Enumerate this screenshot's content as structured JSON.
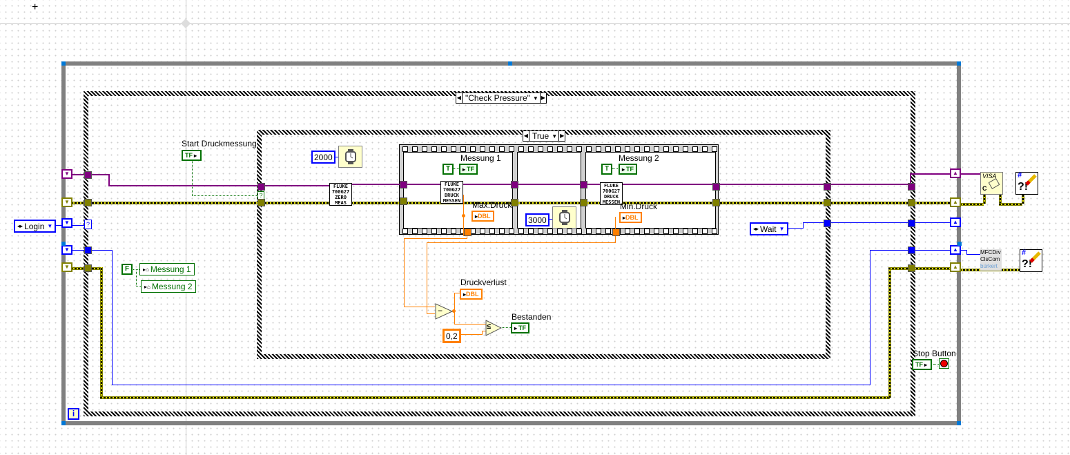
{
  "canvas": {
    "background": "#ffffff",
    "cursor_icon": "crosshair-icon"
  },
  "colors": {
    "visa_wire": "#800080",
    "error_wire": "#e8e800",
    "enum_wire": "#0000ff",
    "dbl_wire": "#ff8000",
    "boolean": "#007000",
    "loop_border": "#808080",
    "selection_handle": "#0078d7"
  },
  "while_loop": {
    "iteration_terminal": "i",
    "stop_terminal_icon": "stop-sign-icon"
  },
  "case_structure_outer": {
    "selector_value": "\"Check Pressure\""
  },
  "case_structure_inner": {
    "selector_value": "True"
  },
  "left_side": {
    "login_enum": "Login",
    "start_label": "Start Druckmessung",
    "start_indicator": "TF",
    "false_constant": "F",
    "local_var_1": "Messung 1",
    "local_var_2": "Messung 2",
    "case_selector_terminal": "?"
  },
  "inner_case": {
    "wait_ms_1": "2000",
    "zero_vi": [
      "FLUKE",
      "700G27",
      "ZERO",
      "MEAS"
    ],
    "sequence": {
      "frame1": {
        "indicator_label": "Messung 1",
        "true_constant": "T",
        "indicator": "TF",
        "vi": [
          "FLUKE",
          "700G27",
          "DRUCK",
          "MESSEN"
        ],
        "output_label": "Max.Druck",
        "output_type": "DBL"
      },
      "frame2": {
        "wait_ms": "3000"
      },
      "frame3": {
        "indicator_label": "Messung 2",
        "true_constant": "T",
        "indicator": "TF",
        "vi": [
          "FLUKE",
          "700G27",
          "DRUCK",
          "MESSEN"
        ],
        "output_label": "Min.Druck",
        "output_type": "DBL"
      }
    },
    "subtract_symbol": "−",
    "loss_label": "Druckverlust",
    "loss_type": "DBL",
    "threshold_constant": "0,2",
    "compare_symbol": "≤",
    "passed_label": "Bestanden",
    "passed_indicator": "TF"
  },
  "right_side": {
    "wait_enum": "Wait",
    "visa_close_vi": [
      "VISA",
      "C"
    ],
    "mfc_vi": [
      "MFCDrv",
      "ClsCom",
      "bürkert"
    ],
    "error_handler_icon": "simple-error-handler-icon",
    "stop_label": "Stop Button",
    "stop_indicator": "TF"
  }
}
